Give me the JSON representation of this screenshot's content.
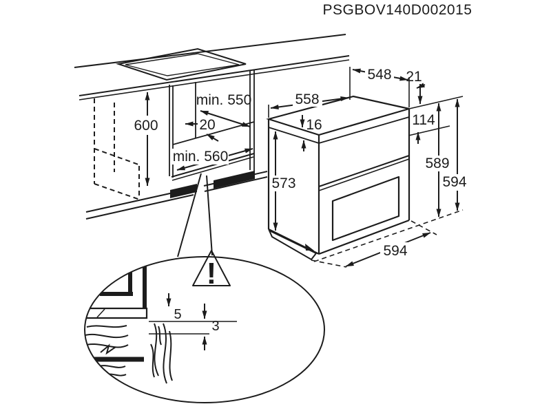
{
  "title": "PSGBOV140D002015",
  "colors": {
    "ink": "#1c1c1c",
    "paper": "#ffffff"
  },
  "labels": {
    "cabinet_height": "600",
    "niche_depth": "min. 550",
    "rear_gap": "20",
    "niche_width": "min. 560",
    "oven_top_depth": "548",
    "door_offset": "21",
    "oven_top_width": "558",
    "top_frame": "16",
    "control_panel_height": "114",
    "body_height": "573",
    "height_to_frame": "589",
    "total_height": "594",
    "total_width": "594",
    "detail_gap_top": "5",
    "detail_gap_bottom": "3",
    "warning_mark": "!"
  }
}
